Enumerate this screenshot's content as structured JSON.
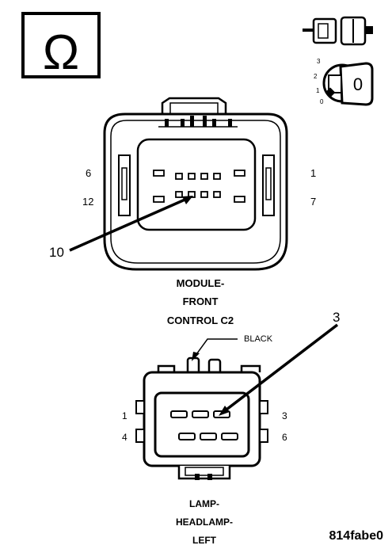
{
  "ohmmeter": {
    "symbol": "Ω"
  },
  "ignition": {
    "positions": [
      "3",
      "2",
      "1",
      "0"
    ],
    "key_label": "0"
  },
  "connector_c2": {
    "pin_left_top": "6",
    "pin_left_bottom": "12",
    "pin_right_top": "1",
    "pin_right_bottom": "7",
    "callout": "10",
    "title_line1": "MODULE-",
    "title_line2": "FRONT",
    "title_line3": "CONTROL C2"
  },
  "connector_lamp": {
    "wire_color": "BLACK",
    "callout": "3",
    "pin_left_top": "1",
    "pin_left_bottom": "4",
    "pin_right_top": "3",
    "pin_right_bottom": "6",
    "title_line1": "LAMP-",
    "title_line2": "HEADLAMP-",
    "title_line3": "LEFT"
  },
  "figure_id": "814fabe0"
}
